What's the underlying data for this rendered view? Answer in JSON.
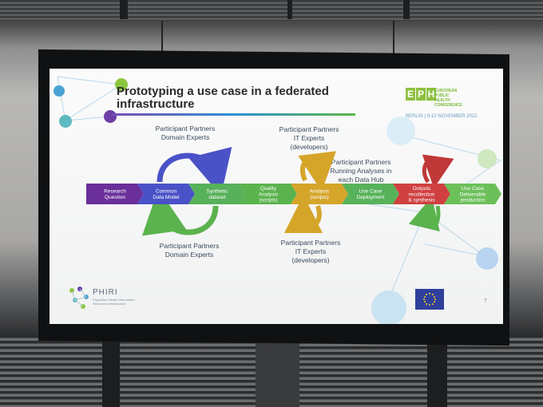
{
  "slide": {
    "title": "Prototyping a use case in a federated infrastructure",
    "page_number": "7"
  },
  "labels": {
    "top_left": "Participant Partners\nDomain Experts",
    "top_mid": "Participant Partners\nIT Experts\n(developers)",
    "top_right": "Participant Partners\nRunning Analyses in\neach Data Hub",
    "bottom_left": "Participant Partners\nDomain Experts",
    "bottom_mid": "Participant Partners\nIT Experts\n(developers)"
  },
  "steps": [
    {
      "label": "Research\nQuestion",
      "color": "#6a2f9a"
    },
    {
      "label": "Common\nData Model",
      "color": "#4a52c8"
    },
    {
      "label": "Synthetic\ndataset",
      "color": "#57b05a"
    },
    {
      "label": "Quality\nAnalysis\n(scripts)",
      "color": "#5bb34e"
    },
    {
      "label": "Analysis\n(scripts)",
      "color": "#d5a52a"
    },
    {
      "label": "Use Case\nDeployment",
      "color": "#58b25a"
    },
    {
      "label": "Outputs\nrecollection\n& synthesis",
      "color": "#d04040"
    },
    {
      "label": "Use Case\nDeliverable\nproduction",
      "color": "#6cc05a"
    }
  ],
  "conference": {
    "logo_letters": [
      "E",
      "P",
      "H"
    ],
    "name": "EUROPEAN\nPUBLIC\nHEALTH\nCONFERENCE",
    "date": "BERLIN | 9-12 NOVEMBER 2022"
  },
  "phiri": {
    "name": "PHIRI",
    "subtitle": "Population Health Information\nResearch Infrastructure"
  },
  "colors": {
    "purple": "#6a2f9a",
    "blue": "#4a52c8",
    "green": "#57b05a",
    "gold": "#d5a52a",
    "red": "#d04040"
  }
}
